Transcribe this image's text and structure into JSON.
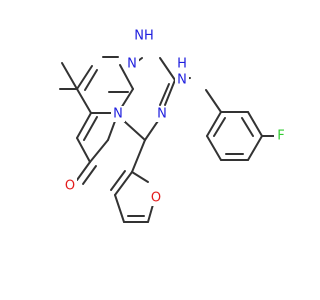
{
  "colors": {
    "bond": "#333333",
    "N": "#1F1FDE",
    "O": "#E31B1B",
    "F": "#33CC33",
    "background": "#FFFFFF"
  },
  "atoms": {
    "n_ring_top": "N",
    "nh_bridge": "NH",
    "nh_amine": "H",
    "nh_amine_n": "N",
    "n_triazine_right": "N",
    "n_bridgehead": "N",
    "carbonyl_o": "O",
    "furan_o": "O",
    "fluorine": "F"
  }
}
